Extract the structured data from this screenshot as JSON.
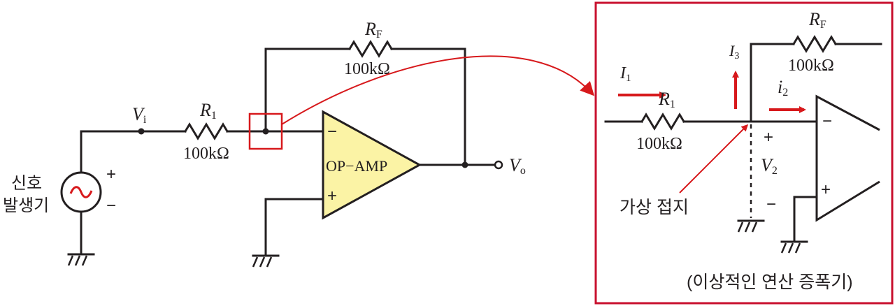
{
  "colors": {
    "ink": "#231f20",
    "accent": "#d7191c",
    "opamp_fill": "#fbf3a5",
    "panel_border": "#c8102e"
  },
  "left_circuit": {
    "source_label_line1": "신호",
    "source_label_line2": "발생기",
    "source_plus": "+",
    "source_minus": "−",
    "vi_main": "V",
    "vi_sub": "i",
    "r1_main": "R",
    "r1_sub": "1",
    "r1_value": "100kΩ",
    "rf_main": "R",
    "rf_sub": "F",
    "rf_value": "100kΩ",
    "opamp_label": "OP−AMP",
    "opamp_minus": "−",
    "opamp_plus": "+",
    "vo_main": "V",
    "vo_sub": "o"
  },
  "detail_panel": {
    "i1_main": "I",
    "i1_sub": "1",
    "i3_main": "I",
    "i3_sub": "3",
    "i2_main": "i",
    "i2_sub": "2",
    "r1_main": "R",
    "r1_sub": "1",
    "r1_value": "100kΩ",
    "rf_main": "R",
    "rf_sub": "F",
    "rf_value": "100kΩ",
    "v2_plus": "+",
    "v2_main": "V",
    "v2_sub": "2",
    "v2_minus": "−",
    "opamp_minus": "−",
    "opamp_plus": "+",
    "virtual_ground_label": "가상 접지",
    "caption": "(이상적인 연산 증폭기)"
  }
}
